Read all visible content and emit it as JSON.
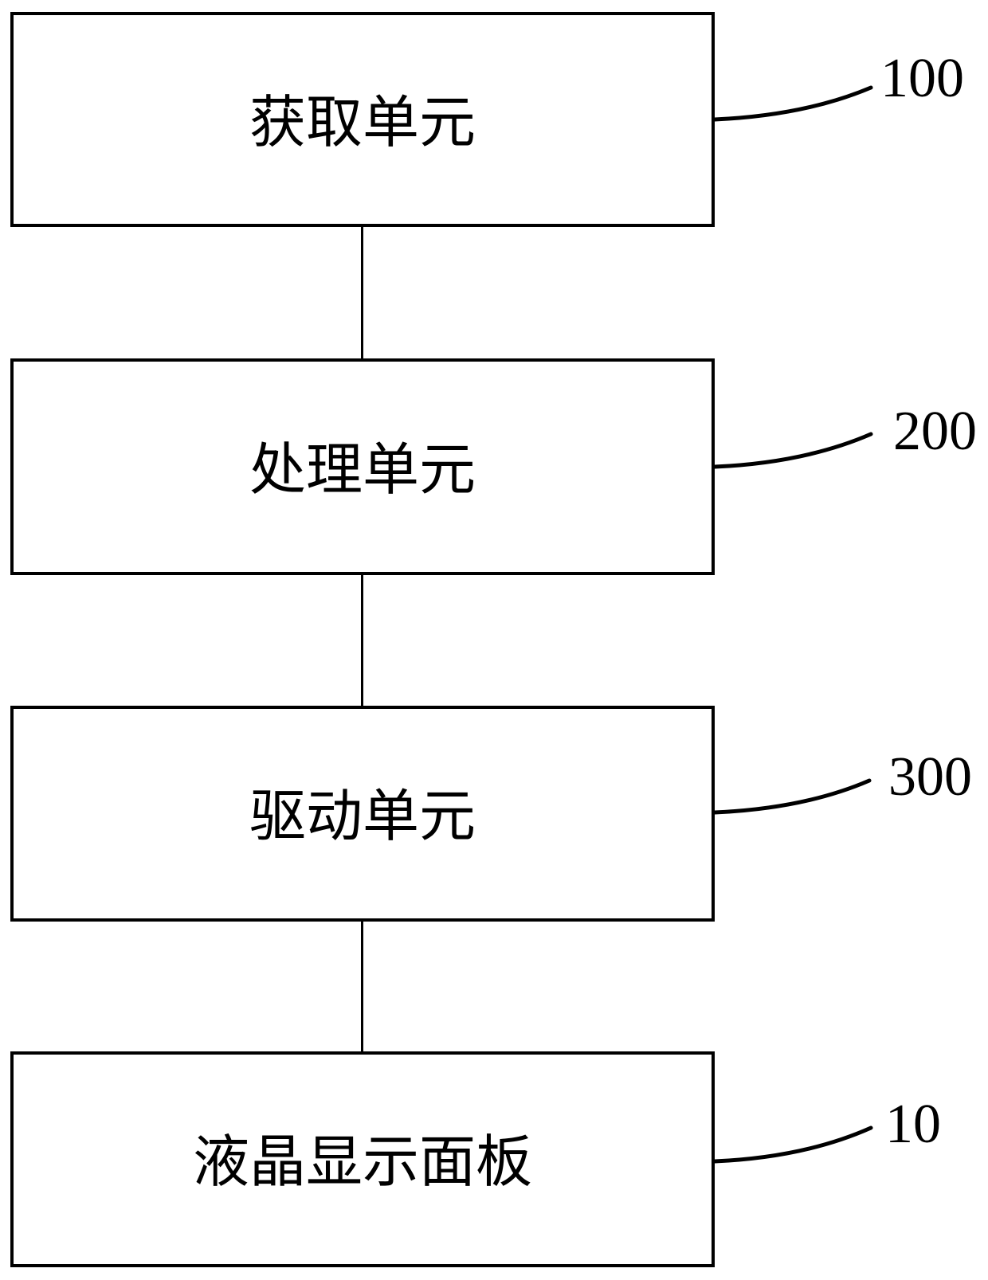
{
  "figure": {
    "kind": "patent-block-diagram",
    "background_color": "#ffffff",
    "line_color": "#000000",
    "blocks": [
      {
        "label": "获取单元",
        "ref": "100"
      },
      {
        "label": "处理单元",
        "ref": "200"
      },
      {
        "label": "驱动单元",
        "ref": "300"
      },
      {
        "label": "液晶显示面板",
        "ref": "10"
      }
    ]
  }
}
